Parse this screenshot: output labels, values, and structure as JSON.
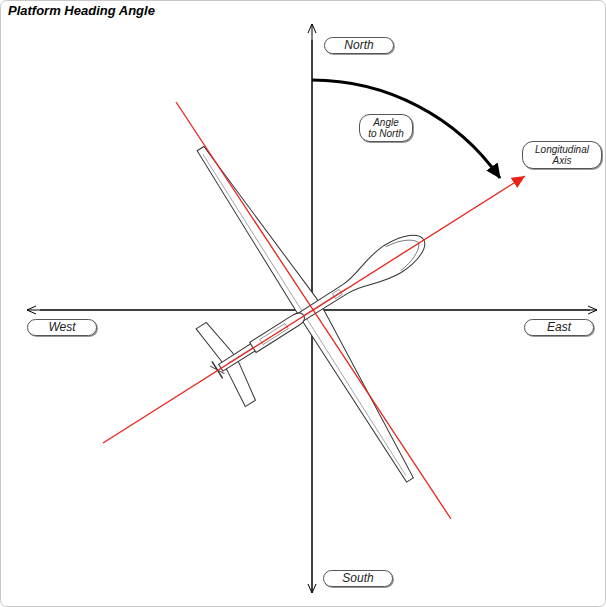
{
  "diagram": {
    "title": "Platform Heading Angle",
    "nodes": [
      {
        "text": [
          "North"
        ]
      },
      {
        "text": [
          "Angle to North"
        ]
      },
      {
        "text": [
          "Longitudinal Axis"
        ]
      },
      {
        "text": [
          "West"
        ]
      },
      {
        "text": [
          "East"
        ]
      },
      {
        "text": [
          "South"
        ]
      }
    ]
  }
}
